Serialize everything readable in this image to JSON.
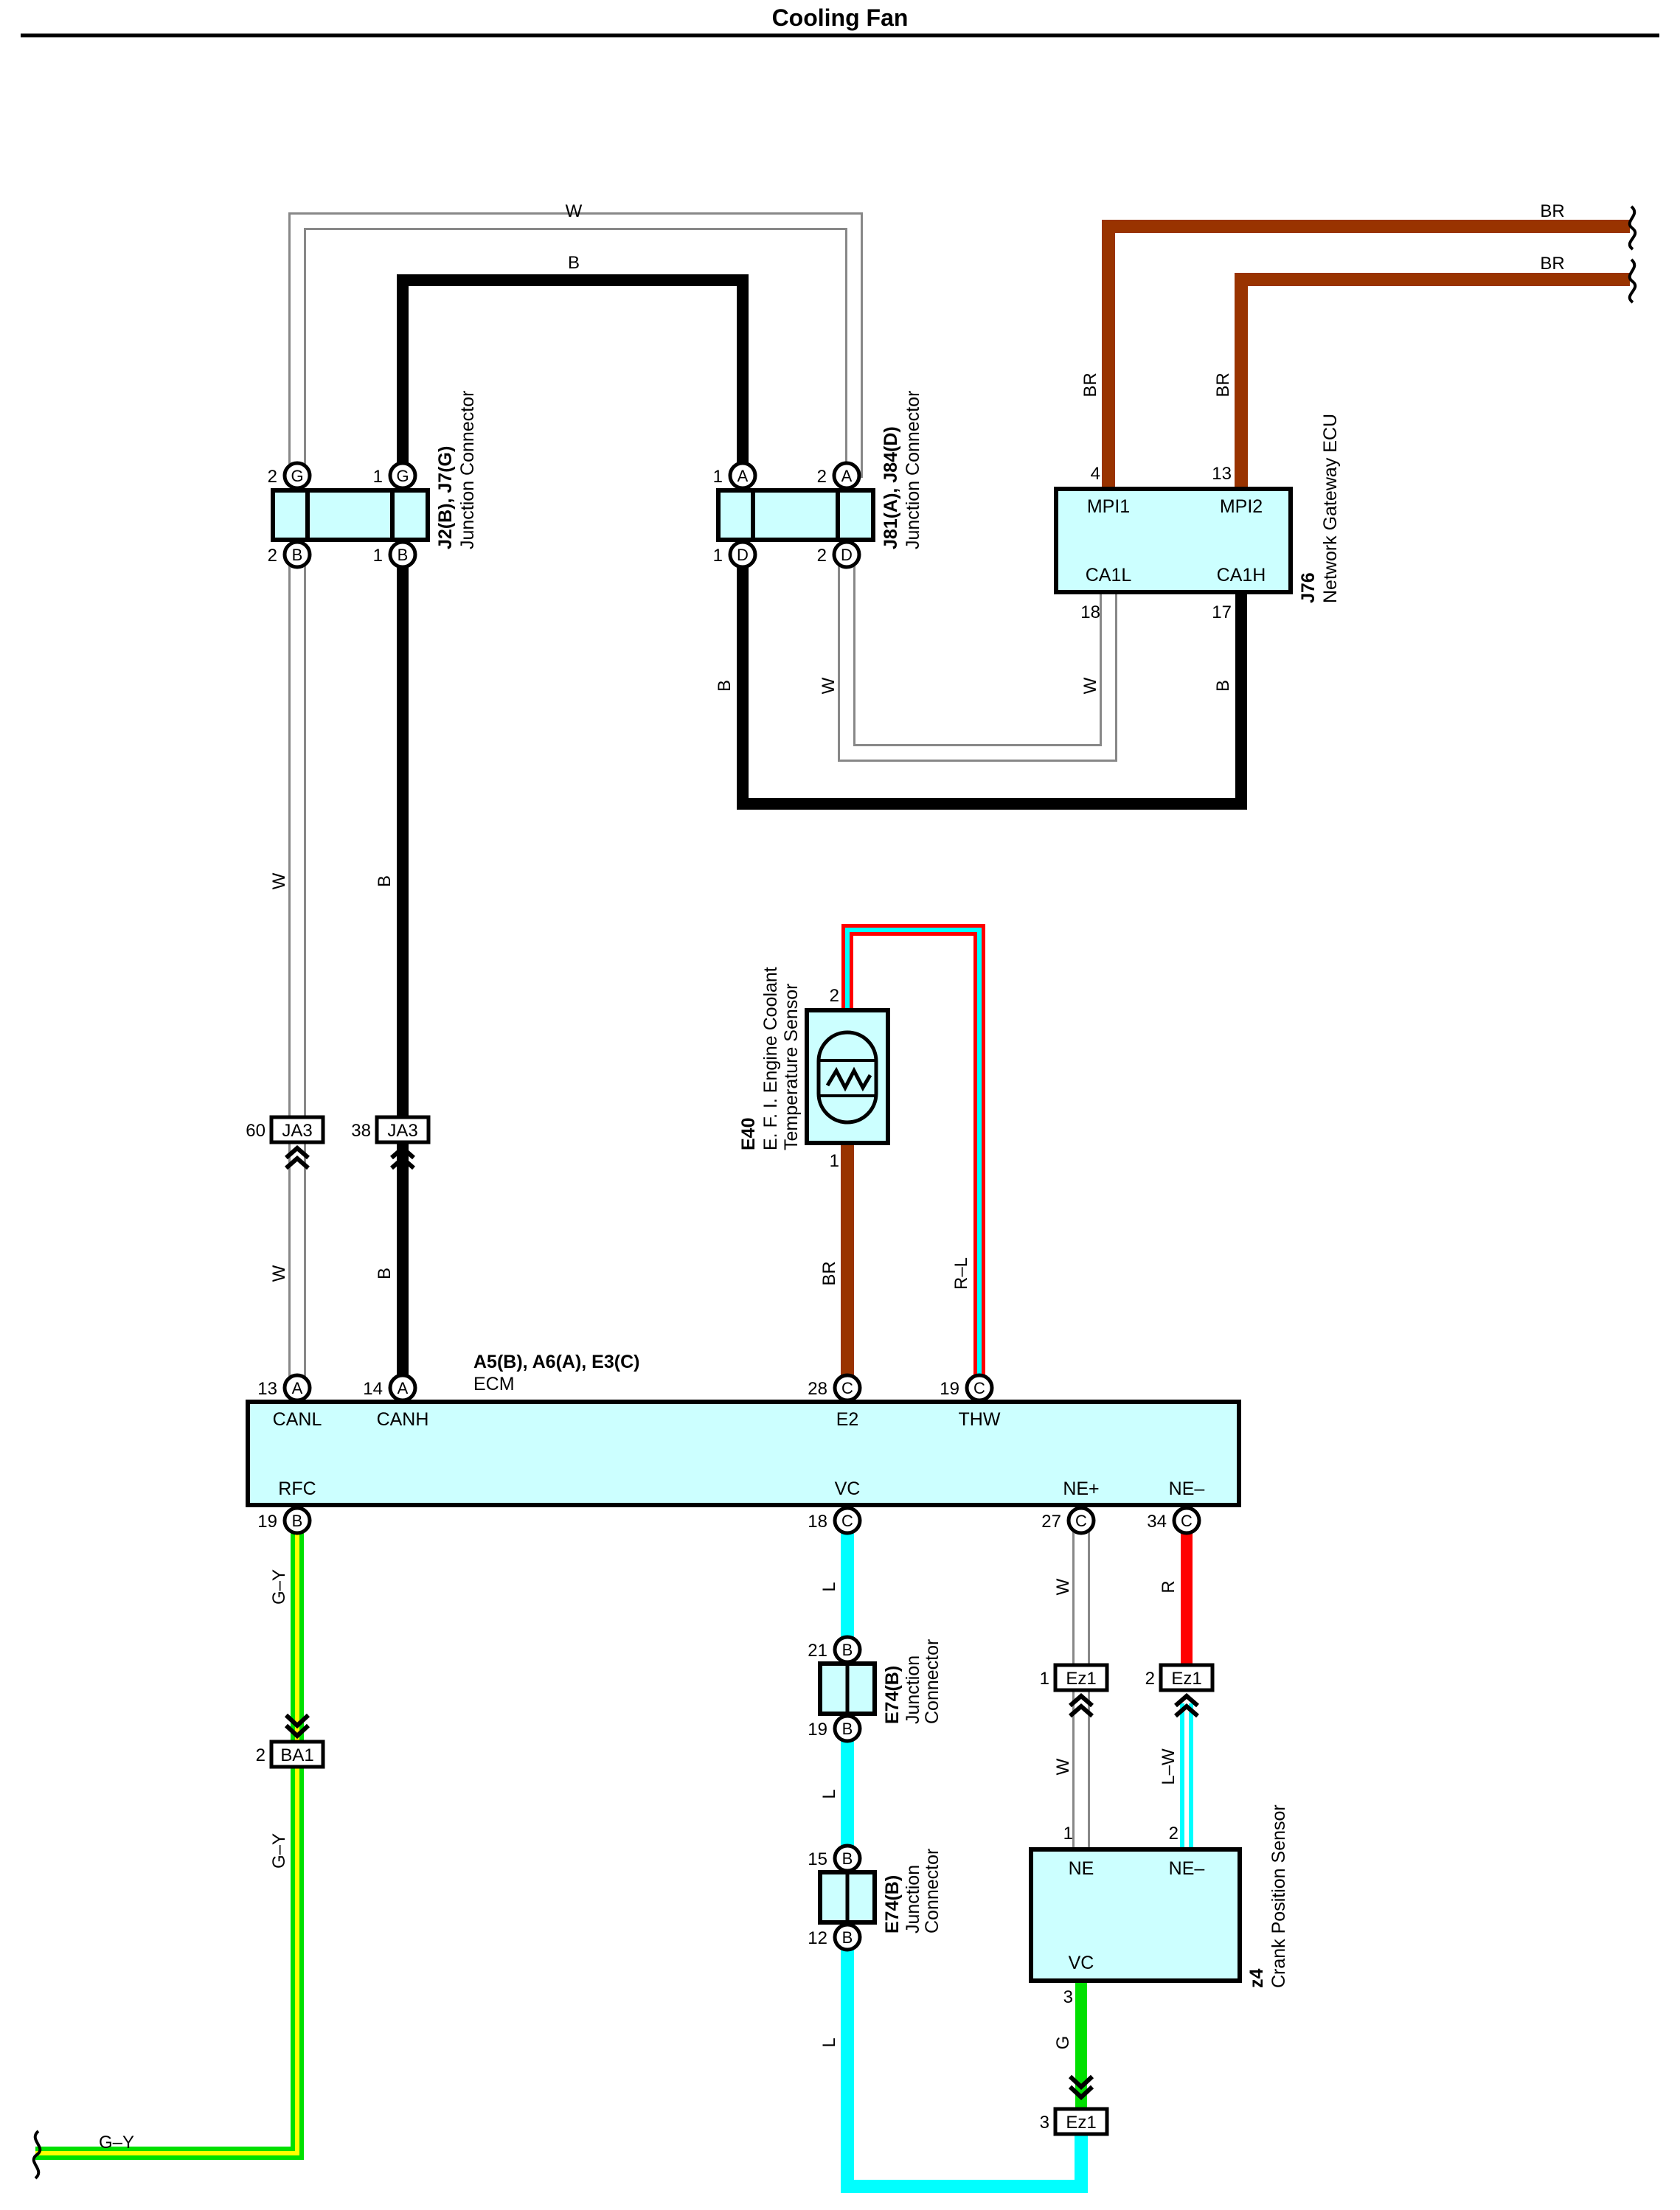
{
  "title": "Cooling Fan",
  "colors": {
    "W": "#ffffff",
    "B": "#000000",
    "BR": "#993300",
    "L": "#00ffff",
    "R": "#ff0000",
    "G": "#00e000",
    "Y": "#ffff00",
    "fill": "#ccffff"
  },
  "wire_labels": {
    "top_w": "W",
    "top_b": "B",
    "br1": "BR",
    "br2": "BR",
    "j76_br4": "BR",
    "j76_br13": "BR",
    "drop_b": "B",
    "drop_w": "W",
    "j76_w": "W",
    "j76_b": "B",
    "ja3_w_up": "W",
    "ja3_b_up": "B",
    "ja3_w_dn": "W",
    "ja3_b_dn": "B",
    "e40_br": "BR",
    "e40_rl": "R–L",
    "gy1": "G–Y",
    "gy2": "G–Y",
    "gy3": "G–Y",
    "l1": "L",
    "l2": "L",
    "l3": "L",
    "w_ne1": "W",
    "w_ne2": "W",
    "r_ne": "R",
    "lw_ne": "L–W",
    "g_vc": "G"
  },
  "components": {
    "j2": {
      "code": "J2(B), J7(G)",
      "name": "Junction Connector"
    },
    "j81": {
      "code": "J81(A), J84(D)",
      "name": "Junction Connector"
    },
    "j76": {
      "code": "J76",
      "name": "Network Gateway ECU",
      "t_mpi1": "MPI1",
      "t_mpi2": "MPI2",
      "t_ca1l": "CA1L",
      "t_ca1h": "CA1H"
    },
    "e40": {
      "code": "E40",
      "name1": "E. F. I.  Engine Coolant",
      "name2": "Temperature Sensor"
    },
    "ecm": {
      "code": "A5(B), A6(A), E3(C)",
      "name": "ECM",
      "t_canl": "CANL",
      "t_canh": "CANH",
      "t_e2": "E2",
      "t_thw": "THW",
      "t_rfc": "RFC",
      "t_vc": "VC",
      "t_nep": "NE+",
      "t_nem": "NE–"
    },
    "e74a": {
      "code": "E74(B)",
      "name1": "Junction",
      "name2": "Connector"
    },
    "e74b": {
      "code": "E74(B)",
      "name1": "Junction",
      "name2": "Connector"
    },
    "z4": {
      "code": "z4",
      "name": "Crank Position Sensor",
      "t_ne": "NE",
      "t_nem": "NE–",
      "t_vc": "VC"
    }
  },
  "connectors": {
    "ja3a": "JA3",
    "ja3b": "JA3",
    "ba1": "BA1",
    "ez1a": "Ez1",
    "ez1b": "Ez1",
    "ez1c": "Ez1"
  },
  "pins": {
    "j2_g2": "2",
    "j2_g1": "1",
    "j2_b2": "2",
    "j2_b1": "1",
    "j81_a1": "1",
    "j81_a2": "2",
    "j81_d1": "1",
    "j81_d2": "2",
    "j76_4": "4",
    "j76_13": "13",
    "j76_18": "18",
    "j76_17": "17",
    "ja3_60": "60",
    "ja3_38": "38",
    "e40_2": "2",
    "e40_1": "1",
    "ecm_13": "13",
    "ecm_14": "14",
    "ecm_28": "28",
    "ecm_19": "19",
    "ecm_19b": "19",
    "ecm_18": "18",
    "ecm_27": "27",
    "ecm_34": "34",
    "ba1_2": "2",
    "e74_21": "21",
    "e74_19": "19",
    "e74_15": "15",
    "e74_12": "12",
    "ez1_1": "1",
    "ez1_2": "2",
    "z4_1": "1",
    "z4_2": "2",
    "z4_3": "3",
    "ez1_3": "3"
  },
  "ring_letters": {
    "j2_tl": "G",
    "j2_tr": "G",
    "j2_bl": "B",
    "j2_br": "B",
    "j81_tl": "A",
    "j81_tr": "A",
    "j81_bl": "D",
    "j81_br": "D",
    "ecm_13": "A",
    "ecm_14": "A",
    "ecm_28": "C",
    "ecm_19": "C",
    "ecm_rfc": "B",
    "ecm_vc": "C",
    "ecm_nep": "C",
    "ecm_nem": "C",
    "e74_21": "B",
    "e74_19": "B",
    "e74_15": "B",
    "e74_12": "B"
  }
}
